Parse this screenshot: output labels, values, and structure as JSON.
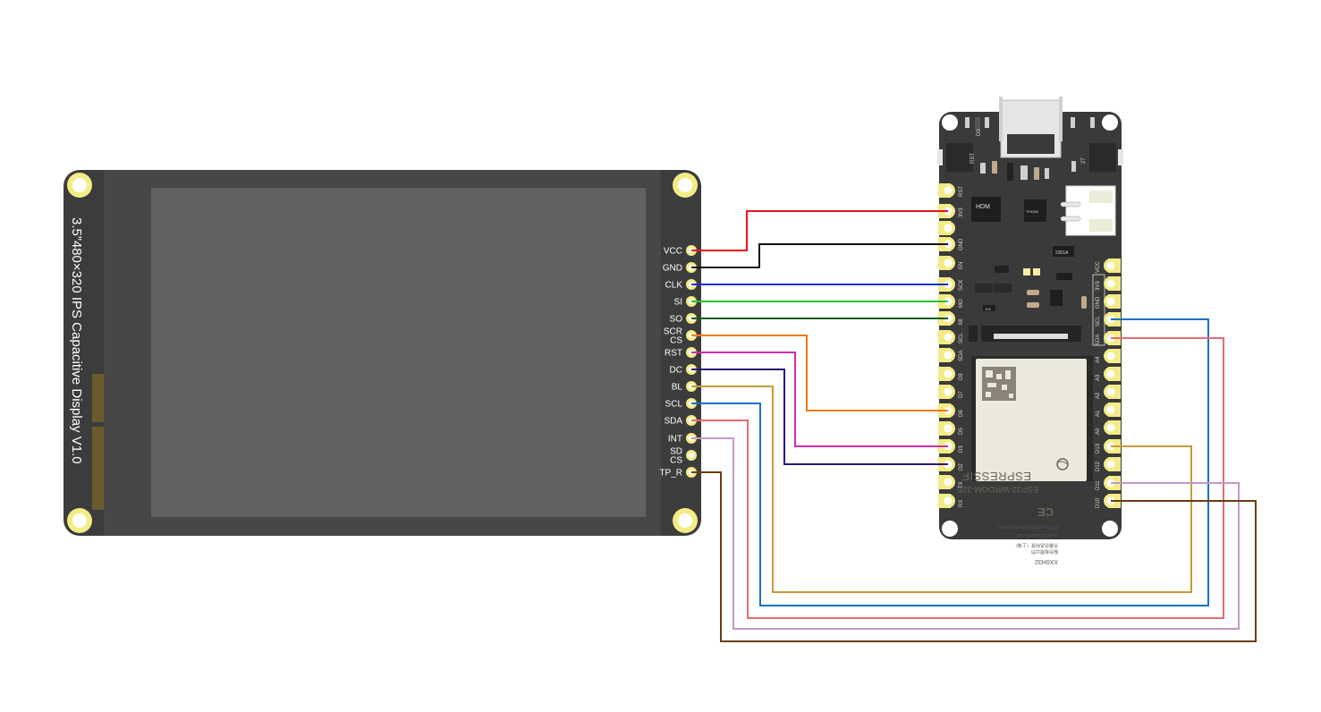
{
  "diagram": {
    "title": "3.5\" 480x320 IPS Capacitive Display to ESP32 wiring",
    "colors": {
      "pcb": "#3d3d3d",
      "pcb_edge": "#2f2f2f",
      "screen": "#5f5f5f",
      "pad": "#f3ec86",
      "pad_hole": "#ffffff",
      "module": "#ebe8dc",
      "fpc": "#6b5a2e"
    }
  },
  "display": {
    "label": "3.5”480×320 IPS Capacitive Display V1.0",
    "pins": [
      {
        "id": "VCC",
        "lines": [
          "VCC"
        ]
      },
      {
        "id": "GND",
        "lines": [
          "GND"
        ]
      },
      {
        "id": "CLK",
        "lines": [
          "CLK"
        ]
      },
      {
        "id": "SI",
        "lines": [
          "SI"
        ]
      },
      {
        "id": "SO",
        "lines": [
          "SO"
        ]
      },
      {
        "id": "SCR_CS",
        "lines": [
          "SCR",
          "CS"
        ]
      },
      {
        "id": "RST",
        "lines": [
          "RST"
        ]
      },
      {
        "id": "DC",
        "lines": [
          "DC"
        ]
      },
      {
        "id": "BL",
        "lines": [
          "BL"
        ]
      },
      {
        "id": "SCL",
        "lines": [
          "SCL"
        ]
      },
      {
        "id": "SDA",
        "lines": [
          "SDA"
        ]
      },
      {
        "id": "INT",
        "lines": [
          "INT"
        ]
      },
      {
        "id": "SD_CS",
        "lines": [
          "SD",
          "CS"
        ]
      },
      {
        "id": "TP_R",
        "lines": [
          "TP_R"
        ]
      }
    ]
  },
  "esp32": {
    "module_name": "ESP32-WROOM-32E",
    "brand": "ESPRESSIF",
    "module_text": [
      "XX0H32",
      "乐鑫信息科技（上海）",
      "股份有限公司",
      "CMIIT ID:2020DP2713",
      "FCC ID:2AC7Z-ESPWROOM32E"
    ],
    "ce_mark": "CE",
    "chips": {
      "u1": "HDM",
      "u2": "TP4056",
      "ldo": "2301A",
      "res": "103",
      "led": "D9",
      "rst_label": "RST",
      "btn2_label": "27"
    },
    "left_pins": [
      "RST",
      "3V3",
      "",
      "GND",
      "EN",
      "SCK",
      "MO",
      "MI",
      "SCL",
      "SDA",
      "D9",
      "D7",
      "D6",
      "D5",
      "D3",
      "D2",
      "TX",
      "RX"
    ],
    "right_pins": [
      "VCC",
      "3V3",
      "GND",
      "SCL",
      "SDA",
      "A4",
      "A3",
      "A2",
      "A1",
      "A0",
      "D13",
      "D12",
      "D11",
      "D10"
    ]
  },
  "connections": [
    {
      "from": "VCC",
      "to": "3V3",
      "color": "#e8141c"
    },
    {
      "from": "GND",
      "to": "GND",
      "color": "#111111"
    },
    {
      "from": "CLK",
      "to": "SCK",
      "color": "#1a2fd6"
    },
    {
      "from": "SI",
      "to": "MO",
      "color": "#2ec02e"
    },
    {
      "from": "SO",
      "to": "MI",
      "color": "#0f5a17"
    },
    {
      "from": "SCR_CS",
      "to": "D6",
      "color": "#f07a12"
    },
    {
      "from": "RST",
      "to": "D3",
      "color": "#cc2eb0"
    },
    {
      "from": "DC",
      "to": "D2",
      "color": "#2a1577"
    },
    {
      "from": "BL",
      "to": "D13",
      "color": "#c49a3a"
    },
    {
      "from": "SCL",
      "to": "SCL",
      "color": "#1670c8"
    },
    {
      "from": "SDA",
      "to": "SDA",
      "color": "#e86a74"
    },
    {
      "from": "INT",
      "to": "D11",
      "color": "#c598c8"
    },
    {
      "from": "TP_R",
      "to": "D10",
      "color": "#6a3d14"
    }
  ]
}
